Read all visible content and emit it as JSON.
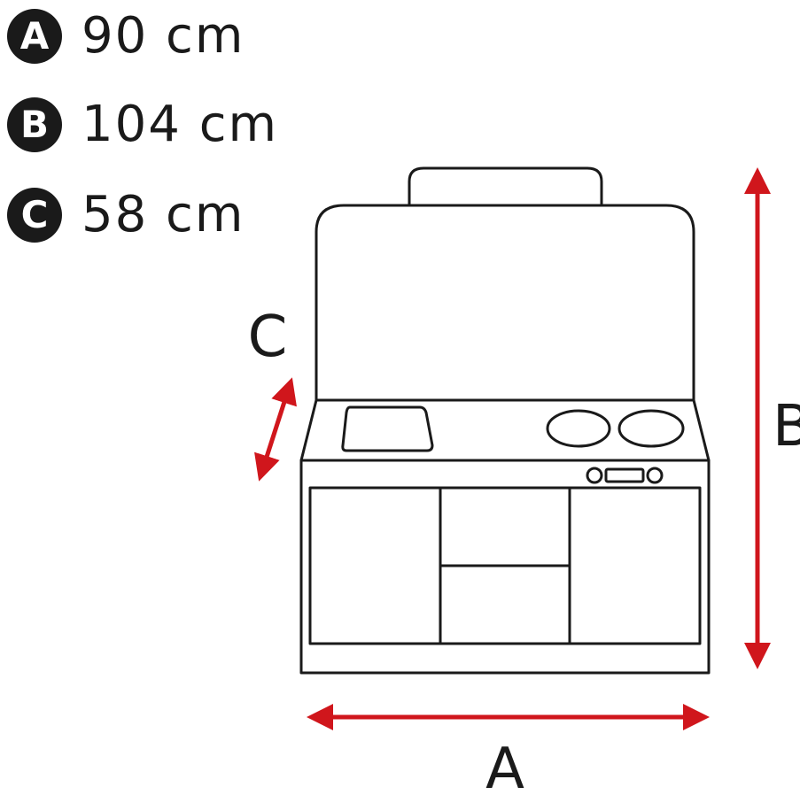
{
  "legend": [
    {
      "letter": "A",
      "value": "90 cm"
    },
    {
      "letter": "B",
      "value": "104 cm"
    },
    {
      "letter": "C",
      "value": "58 cm"
    }
  ],
  "labels": {
    "a": "A",
    "b": "B",
    "c": "C"
  },
  "colors": {
    "arrow": "#d0161c",
    "line": "#1a1a1a"
  }
}
